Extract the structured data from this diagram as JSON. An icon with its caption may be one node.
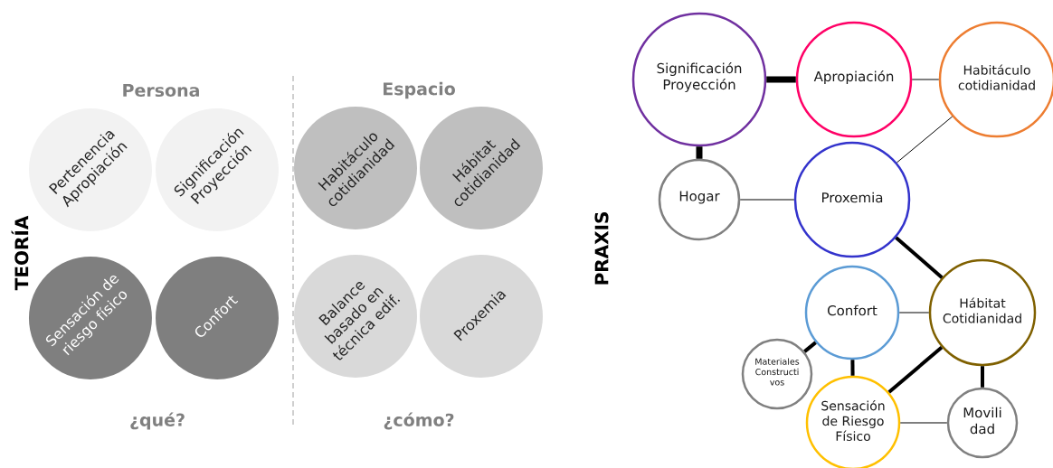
{
  "diagram": {
    "nodes": [
      {
        "text": [
          "Pertenencia Apropiación"
        ]
      },
      {
        "text": [
          "Significación Proyección"
        ]
      },
      {
        "text": [
          "Habitáculo cotidianidad"
        ]
      },
      {
        "text": [
          "Hábitat cotidianidad"
        ]
      },
      {
        "text": [
          "Sensación de riesgo físico"
        ]
      },
      {
        "text": [
          "Confort"
        ]
      },
      {
        "text": [
          "Balance basado en técnica edif."
        ]
      },
      {
        "text": [
          "Proxemia"
        ]
      },
      {
        "text": [
          "Significación Proyección"
        ]
      },
      {
        "text": [
          "Apropiación"
        ]
      },
      {
        "text": [
          "Habitáculo cotidianidad"
        ]
      },
      {
        "text": [
          "Hogar"
        ]
      },
      {
        "text": [
          "Proxemia"
        ]
      },
      {
        "text": [
          "Confort"
        ]
      },
      {
        "text": [
          "Hábitat Cotidianidad"
        ]
      },
      {
        "text": [
          "Materiales Constructi vos"
        ]
      },
      {
        "text": [
          "Sensación de Riesgo Físico"
        ]
      },
      {
        "text": [
          "Movili dad"
        ]
      }
    ],
    "edges": [
      {
        "from": 8,
        "to": 9,
        "arrow": "none"
      },
      {
        "from": 9,
        "to": 10,
        "arrow": "none"
      },
      {
        "from": 8,
        "to": 11,
        "arrow": "none"
      },
      {
        "from": 11,
        "to": 12,
        "arrow": "none"
      },
      {
        "from": 10,
        "to": 12,
        "arrow": "none"
      },
      {
        "from": 12,
        "to": 14,
        "arrow": "none"
      },
      {
        "from": 13,
        "to": 14,
        "arrow": "none"
      },
      {
        "from": 13,
        "to": 15,
        "arrow": "none"
      },
      {
        "from": 13,
        "to": 16,
        "arrow": "none"
      },
      {
        "from": 14,
        "to": 16,
        "arrow": "none"
      },
      {
        "from": 14,
        "to": 17,
        "arrow": "none"
      },
      {
        "from": 16,
        "to": 17,
        "arrow": "none"
      }
    ],
    "labels": [
      "TEORÍA",
      "Persona",
      "Espacio",
      "¿qué?",
      "¿cómo?",
      "PRAXIS"
    ]
  }
}
